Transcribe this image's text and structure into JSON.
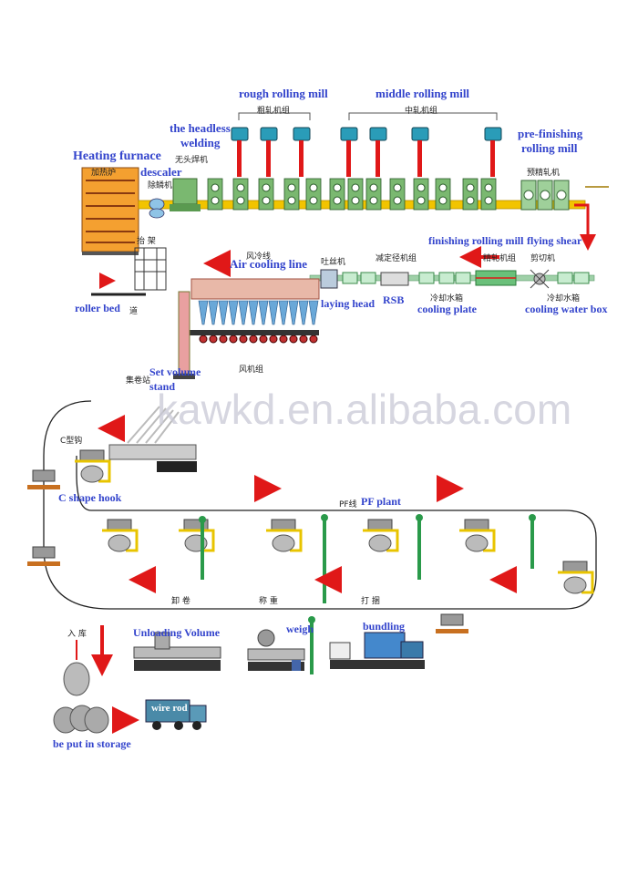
{
  "labels": {
    "rough_rolling_mill": "rough rolling mill",
    "middle_rolling_mill": "middle rolling mill",
    "headless_welding": [
      "the headless",
      "welding"
    ],
    "heating_furnace": "Heating furnace",
    "descaler": "descaler",
    "pre_finishing": [
      "pre-finishing",
      "rolling mill"
    ],
    "finishing_rolling_mill": "finishing rolling mill",
    "flying_shear": "flying shear",
    "air_cooling_line": "Air cooling line",
    "laying_head": "laying head",
    "rsb": "RSB",
    "cooling_plate": "cooling plate",
    "roller_bed": "roller bed",
    "cooling_water_box": "cooling water box",
    "set_volume_stand": [
      "Set volume",
      "stand"
    ],
    "c_shape_hook": "C shape hook",
    "pf_plant": "PF plant",
    "unloading_volume": "Unloading Volume",
    "weigh": "weigh",
    "bundling": "bundling",
    "wire_rod": "wire rod",
    "storage": "be put in storage"
  },
  "zh_labels": {
    "rough": "粗轧机组",
    "middle": "中轧机组",
    "welding": "无头焊机",
    "furnace": "加热炉",
    "descaler": "除鳞机",
    "lift": "抬  架",
    "pre_finishing": "预精轧机",
    "fengleng": "风冷线",
    "tusi": "吐丝机",
    "jianding": "减定径机组",
    "finishing": "精轧机组",
    "shear": "剪切机",
    "cooling_plate": "冷却水箱",
    "cooling_box": "冷却水箱",
    "road": "道",
    "fan": "风机组",
    "jijuan": "集卷站",
    "chook": "C型钩",
    "pf": "PF线",
    "xiejuan": "卸 卷",
    "chengzhong": "称 重",
    "dabao": "打 捆",
    "ruku": "入 库"
  },
  "watermark": "kawkd.en.alibaba.com",
  "colors": {
    "label_blue": "#3344cc",
    "arrow_red": "#e01818",
    "mill_teal": "#2a9cb8",
    "stand_green": "#3a8a3a",
    "rail_yellow": "#f0b800",
    "hook_yellow": "#e8c400",
    "furnace_orange": "#e8841c",
    "coil_gray": "#9a9a9a",
    "line_green": "#2a9a4a"
  }
}
